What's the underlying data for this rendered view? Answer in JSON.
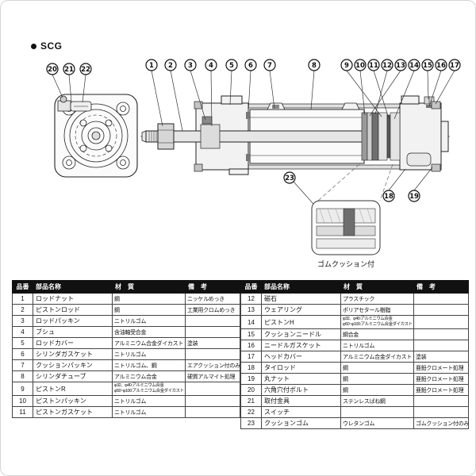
{
  "page": {
    "series_label": "SCG"
  },
  "diagram": {
    "callouts": [
      "1",
      "2",
      "3",
      "4",
      "5",
      "6",
      "7",
      "8",
      "9",
      "10",
      "11",
      "12",
      "13",
      "14",
      "15",
      "16",
      "17",
      "18",
      "19",
      "20",
      "21",
      "22",
      "23"
    ],
    "detail_caption": "ゴムクッション付"
  },
  "table": {
    "headers": [
      "品番",
      "部品名称",
      "材　質",
      "備　考"
    ],
    "left_rows": [
      {
        "no": "1",
        "name": "ロッドナット",
        "material": "鋼",
        "remark": "ニッケルめっき"
      },
      {
        "no": "2",
        "name": "ピストンロッド",
        "material": "鋼",
        "remark": "工業用クロムめっき"
      },
      {
        "no": "3",
        "name": "ロッドパッキン",
        "material": "ニトリルゴム",
        "remark": ""
      },
      {
        "no": "4",
        "name": "ブシュ",
        "material": "含油軸受合金",
        "remark": ""
      },
      {
        "no": "5",
        "name": "ロッドカバー",
        "material": "アルミニウム合金ダイカスト",
        "remark": "塗装"
      },
      {
        "no": "6",
        "name": "シリンダガスケット",
        "material": "ニトリルゴム",
        "remark": ""
      },
      {
        "no": "7",
        "name": "クッションパッキン",
        "material": "ニトリルゴム、鋼",
        "remark": "エアクッション付のみ"
      },
      {
        "no": "8",
        "name": "シリンダチューブ",
        "material": "アルミニウム合金",
        "remark": "硬質アルマイト処理"
      },
      {
        "no": "9",
        "name": "ピストンR",
        "material": [
          "φ32、φ40:アルミニウム合金",
          "φ50~φ100:アルミニウム合金ダイカスト"
        ],
        "remark": ""
      },
      {
        "no": "10",
        "name": "ピストンパッキン",
        "material": "ニトリルゴム",
        "remark": ""
      },
      {
        "no": "11",
        "name": "ピストンガスケット",
        "material": "ニトリルゴム",
        "remark": ""
      }
    ],
    "right_rows": [
      {
        "no": "12",
        "name": "磁石",
        "material": "プラスチック",
        "remark": ""
      },
      {
        "no": "13",
        "name": "ウェアリング",
        "material": "ポリアセタール樹脂",
        "remark": ""
      },
      {
        "no": "14",
        "name": "ピストンH",
        "material": [
          "φ32、φ40:アルミニウム合金",
          "φ50~φ100:アルミニウム合金ダイカスト"
        ],
        "remark": ""
      },
      {
        "no": "15",
        "name": "クッションニードル",
        "material": "鋼合金",
        "remark": ""
      },
      {
        "no": "16",
        "name": "ニードルガスケット",
        "material": "ニトリルゴム",
        "remark": ""
      },
      {
        "no": "17",
        "name": "ヘッドカバー",
        "material": "アルミニウム合金ダイカスト",
        "remark": "塗装"
      },
      {
        "no": "18",
        "name": "タイロッド",
        "material": "鋼",
        "remark": "亜鉛クロメート処理"
      },
      {
        "no": "19",
        "name": "丸ナット",
        "material": "鋼",
        "remark": "亜鉛クロメート処理"
      },
      {
        "no": "20",
        "name": "六角穴付ボルト",
        "material": "鋼",
        "remark": "亜鉛クロメート処理"
      },
      {
        "no": "21",
        "name": "取付金具",
        "material": "ステンレスばね鋼",
        "remark": ""
      },
      {
        "no": "22",
        "name": "スイッチ",
        "material": "",
        "remark": ""
      },
      {
        "no": "23",
        "name": "クッションゴム",
        "material": "ウレタンゴム",
        "remark": "ゴムクッション付のみ"
      }
    ]
  },
  "colors": {
    "header_bg": "#111111",
    "line": "#222222",
    "metal_fill": "#e6e6e6"
  }
}
